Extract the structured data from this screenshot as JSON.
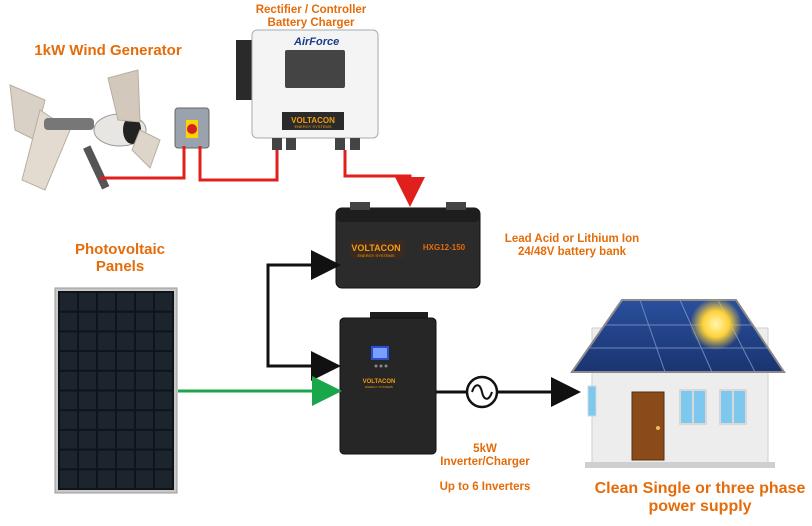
{
  "labels": {
    "wind_generator": "1kW Wind Generator",
    "controller_line1": "Rectifier / Controller",
    "controller_line2": "Battery Charger",
    "pv_line1": "Photovoltaic",
    "pv_line2": "Panels",
    "battery_line1": "Lead Acid or Lithium Ion",
    "battery_line2": "24/48V battery bank",
    "inverter_line1": "5kW",
    "inverter_line2": "Inverter/Charger",
    "inverter_line3": "Up to 6 Inverters",
    "house_line1": "Clean Single or three phase",
    "house_line2": "power supply"
  },
  "device_text": {
    "controller_brand": "AirForce",
    "controller_maker": "VOLTACON",
    "controller_maker_sub": "ENERGY SYSTEMS",
    "battery_brand": "VOLTACON",
    "battery_brand_sub": "ENERGY SYSTEMS",
    "battery_model": "HXG12-150",
    "inverter_brand": "VOLTACON",
    "inverter_brand_sub": "ENERGY SYSTEMS"
  },
  "colors": {
    "label": "#e46c0a",
    "wind_wire": "#e0201c",
    "battery_wire": "#111111",
    "pv_wire": "#1aa64a",
    "ac_wire": "#111111"
  }
}
